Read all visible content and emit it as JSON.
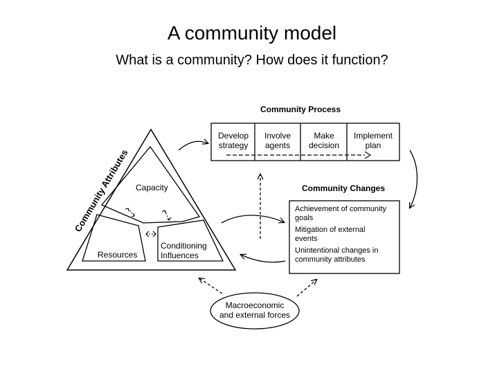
{
  "title": "A community model",
  "subtitle": "What is a community? How does it function?",
  "attributes": {
    "side_label": "Community Attributes",
    "capacity": "Capacity",
    "resources": "Resources",
    "conditioning_line1": "Conditioning",
    "conditioning_line2": "Influences"
  },
  "process": {
    "heading": "Community Process",
    "steps": [
      {
        "line1": "Develop",
        "line2": "strategy"
      },
      {
        "line1": "Involve",
        "line2": "agents"
      },
      {
        "line1": "Make",
        "line2": "decision"
      },
      {
        "line1": "Implement",
        "line2": "plan"
      }
    ]
  },
  "changes": {
    "heading": "Community Changes",
    "items": [
      {
        "line1": "Achievement of community",
        "line2": "goals"
      },
      {
        "line1": "Mitigation of external",
        "line2": "events"
      },
      {
        "line1": "Unintentional changes in",
        "line2": "community attributes"
      }
    ]
  },
  "forces": {
    "line1": "Macroeconomic",
    "line2": "and external forces"
  },
  "colors": {
    "stroke": "#000000",
    "background": "#ffffff"
  }
}
